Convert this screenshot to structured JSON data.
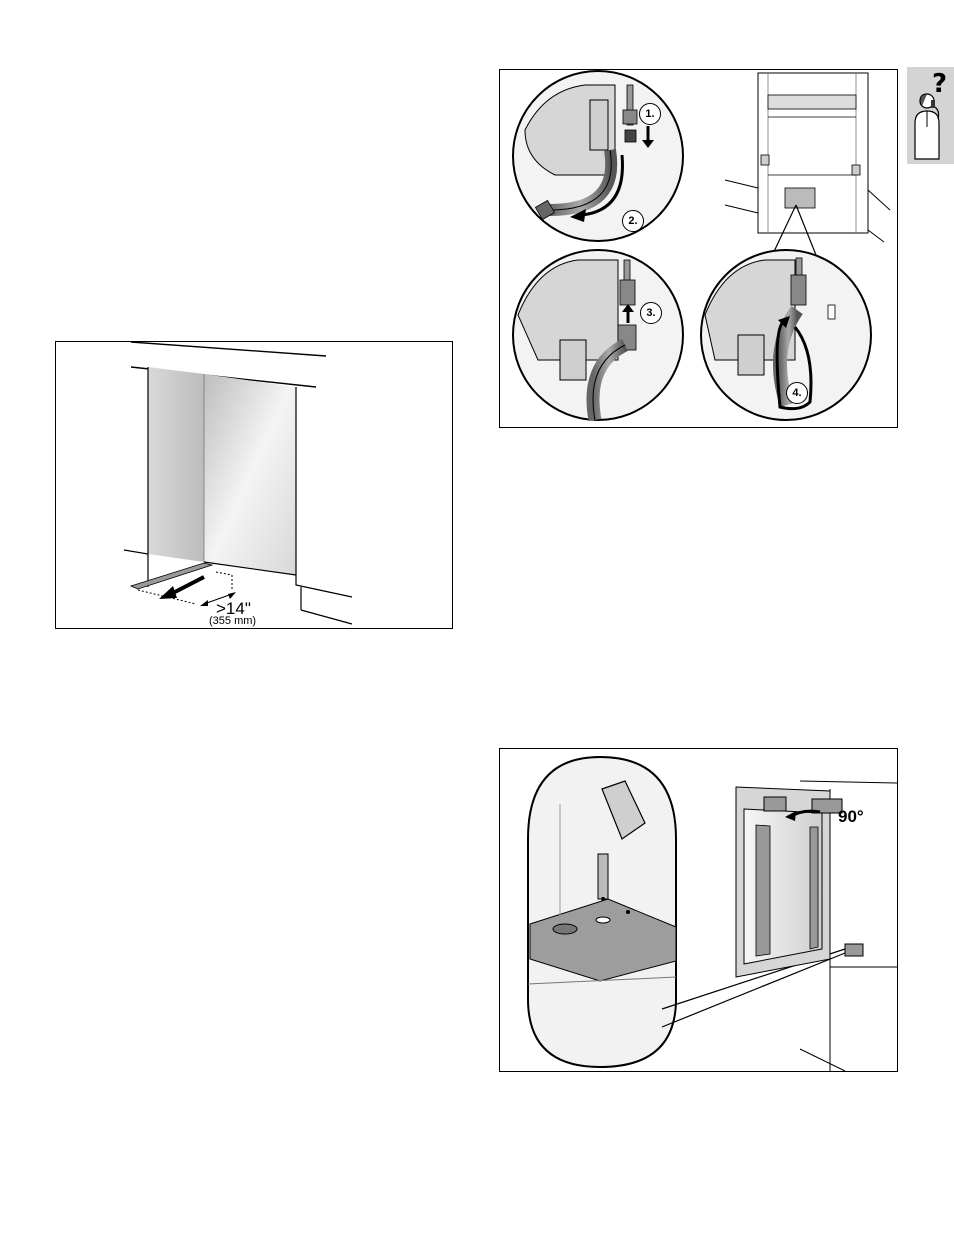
{
  "figure_niche": {
    "dimension_inches": ">14\"",
    "dimension_mm": "(355 mm)"
  },
  "figure_water": {
    "steps": [
      "1.",
      "2.",
      "3.",
      "4."
    ]
  },
  "figure_hinge": {
    "angle": "90°"
  },
  "icons": {
    "help": "help-question-person-icon"
  }
}
